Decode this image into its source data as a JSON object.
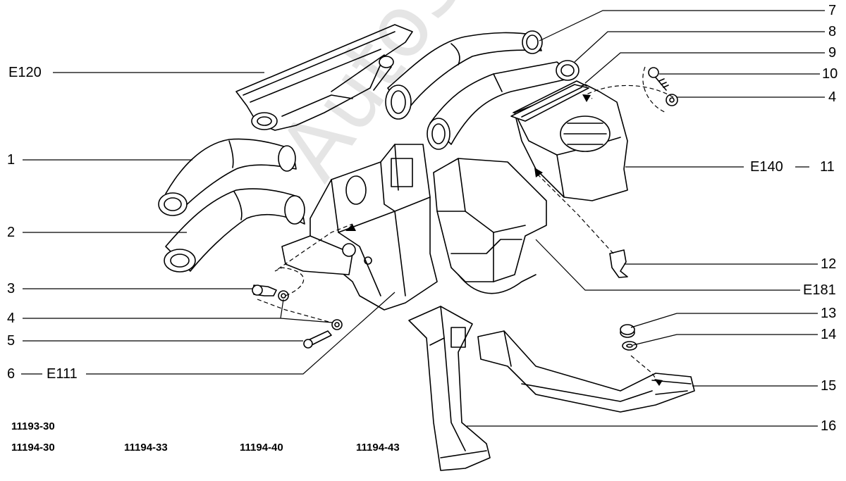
{
  "watermark": "AutoSoft",
  "callouts": {
    "e120": "E120",
    "n1": "1",
    "n2": "2",
    "n3": "3",
    "n4_left": "4",
    "n5": "5",
    "n6": "6",
    "e111": "E111",
    "n7": "7",
    "n8": "8",
    "n9": "9",
    "n10": "10",
    "n4_right": "4",
    "e140": "E140",
    "n11": "11",
    "n12": "12",
    "e181": "E181",
    "n13": "13",
    "n14": "14",
    "n15": "15",
    "n16": "16"
  },
  "model_codes": [
    "11193-30",
    "11194-30",
    "11194-33",
    "11194-40",
    "11194-43"
  ]
}
